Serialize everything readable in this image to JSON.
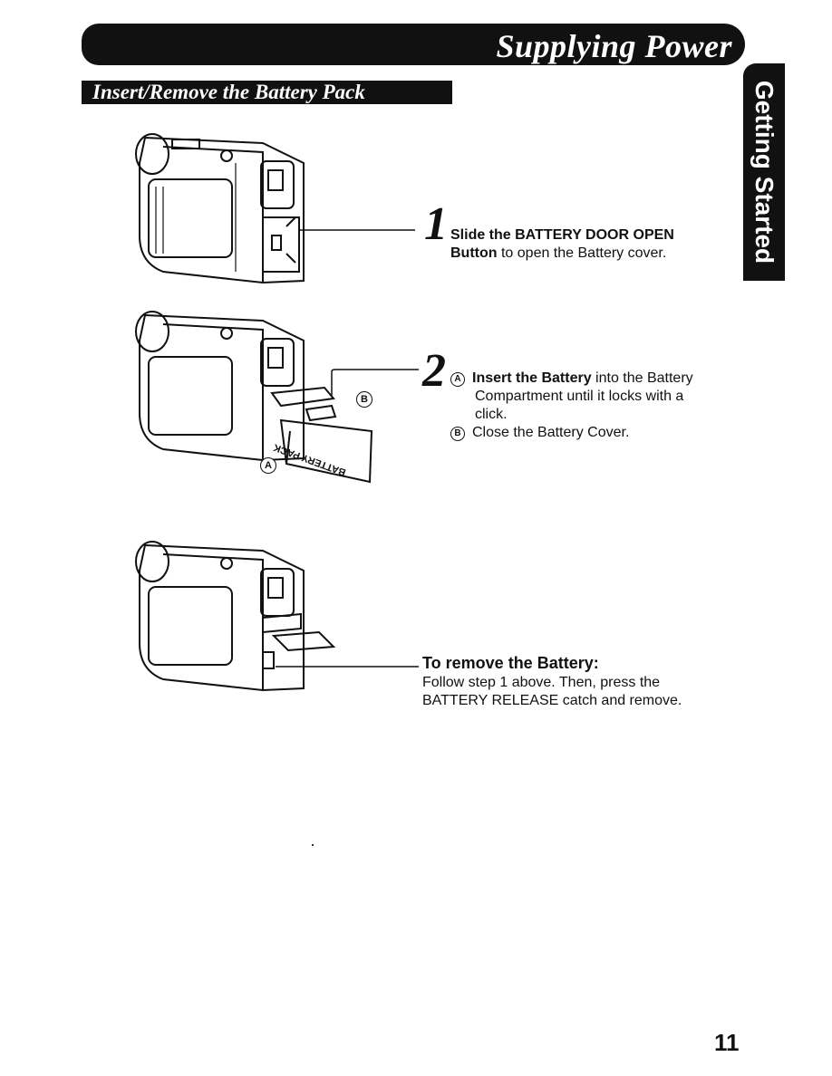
{
  "header": {
    "title": "Supplying Power",
    "section": "Insert/Remove the Battery Pack",
    "side_tab": "Getting Started"
  },
  "step1": {
    "number": "1",
    "text_bold_a": "Slide the BATTERY DOOR OPEN",
    "text_bold_b": "Button",
    "text_rest": " to open the Battery cover."
  },
  "step2": {
    "number": "2",
    "item_a_marker": "A",
    "item_a_bold": "Insert the Battery",
    "item_a_rest1": " into the Battery",
    "item_a_rest2": "Compartment until it locks with a",
    "item_a_rest3": "click.",
    "item_b_marker": "B",
    "item_b_text": "Close the Battery Cover.",
    "callout_a": "A",
    "callout_b": "B",
    "battery_label": "BATTERY PACK"
  },
  "remove": {
    "heading": "To remove the Battery:",
    "line1": "Follow step 1 above. Then, press the",
    "line2": "BATTERY RELEASE catch and remove."
  },
  "page_number": "11"
}
